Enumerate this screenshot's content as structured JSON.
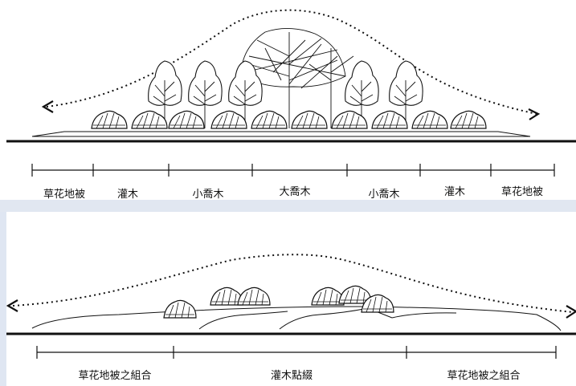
{
  "top_diagram": {
    "zones": [
      "草花地被",
      "灌木",
      "小喬木",
      "大喬木",
      "小喬木",
      "灌木",
      "草花地被"
    ]
  },
  "bottom_diagram": {
    "zones": [
      "草花地被之組合",
      "灌木點綴",
      "草花地被之組合"
    ]
  }
}
